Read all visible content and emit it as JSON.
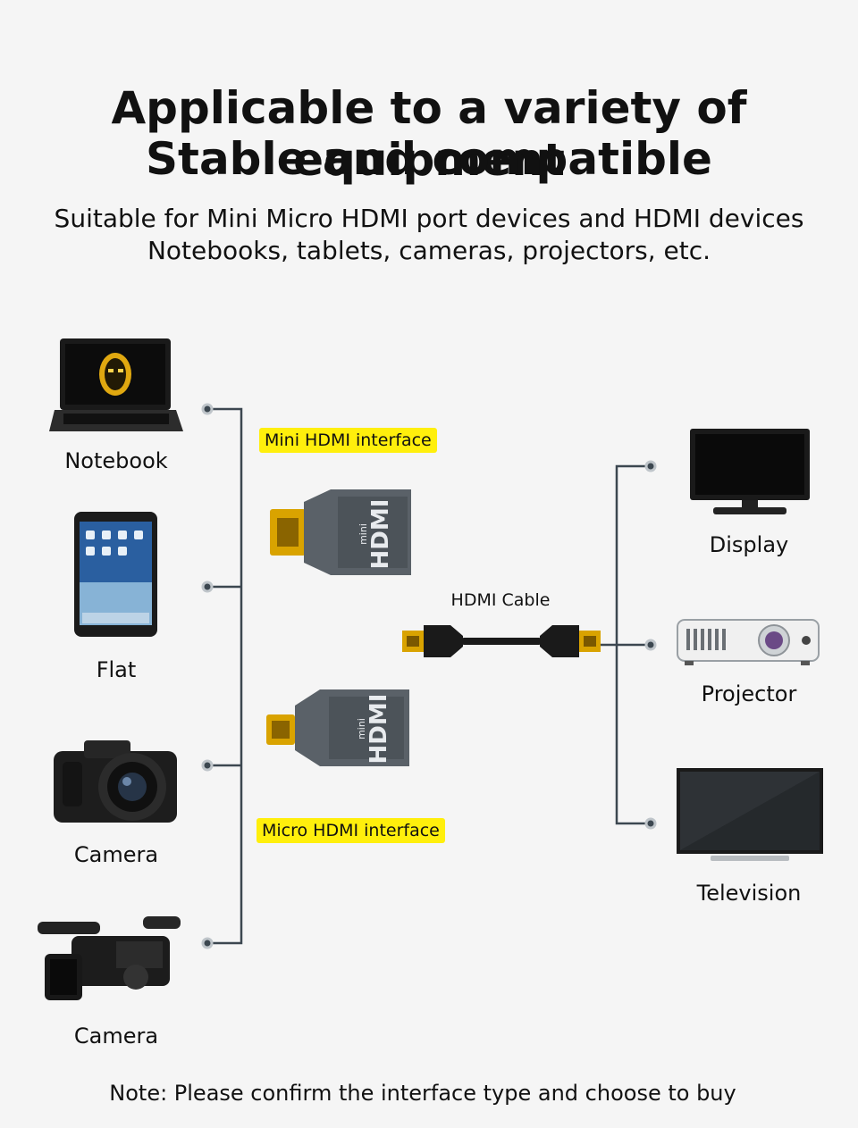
{
  "heading": {
    "line1": "Applicable to a variety of equipment",
    "line2": "Stable and compatible"
  },
  "subheading": {
    "line1": "Suitable for Mini Micro HDMI port devices and HDMI devices",
    "line2": "Notebooks, tablets, cameras, projectors, etc."
  },
  "left_devices": [
    {
      "label": "Notebook",
      "icon": "laptop-icon"
    },
    {
      "label": "Flat",
      "icon": "tablet-icon"
    },
    {
      "label": "Camera",
      "icon": "camera-icon"
    },
    {
      "label": "Camera",
      "icon": "camcorder-icon"
    }
  ],
  "adapters": {
    "mini_label": "Mini HDMI interface",
    "micro_label": "Micro HDMI interface",
    "adapter_brand": "HDMI",
    "adapter_sub": "mini"
  },
  "cable_label": "HDMI Cable",
  "right_devices": [
    {
      "label": "Display",
      "icon": "monitor-icon"
    },
    {
      "label": "Projector",
      "icon": "projector-icon"
    },
    {
      "label": "Television",
      "icon": "television-icon"
    }
  ],
  "note": "Note: Please confirm the interface type and choose to buy",
  "colors": {
    "background": "#f5f5f5",
    "highlight": "#ffef0c",
    "connector_line": "#3c4750",
    "adapter_body": "#5a6168",
    "gold": "#d9a300"
  }
}
